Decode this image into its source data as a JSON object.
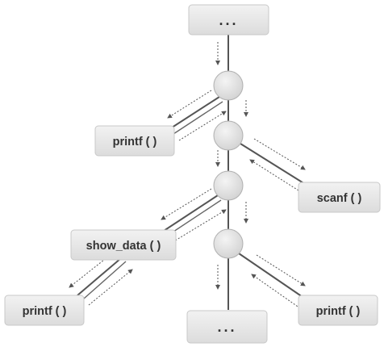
{
  "nodes": {
    "top": "...",
    "bottom": "...",
    "printf_1": "printf ( )",
    "scanf": "scanf ( )",
    "show_data": "show_data ( )",
    "printf_2": "printf ( )",
    "printf_3": "printf ( )"
  }
}
